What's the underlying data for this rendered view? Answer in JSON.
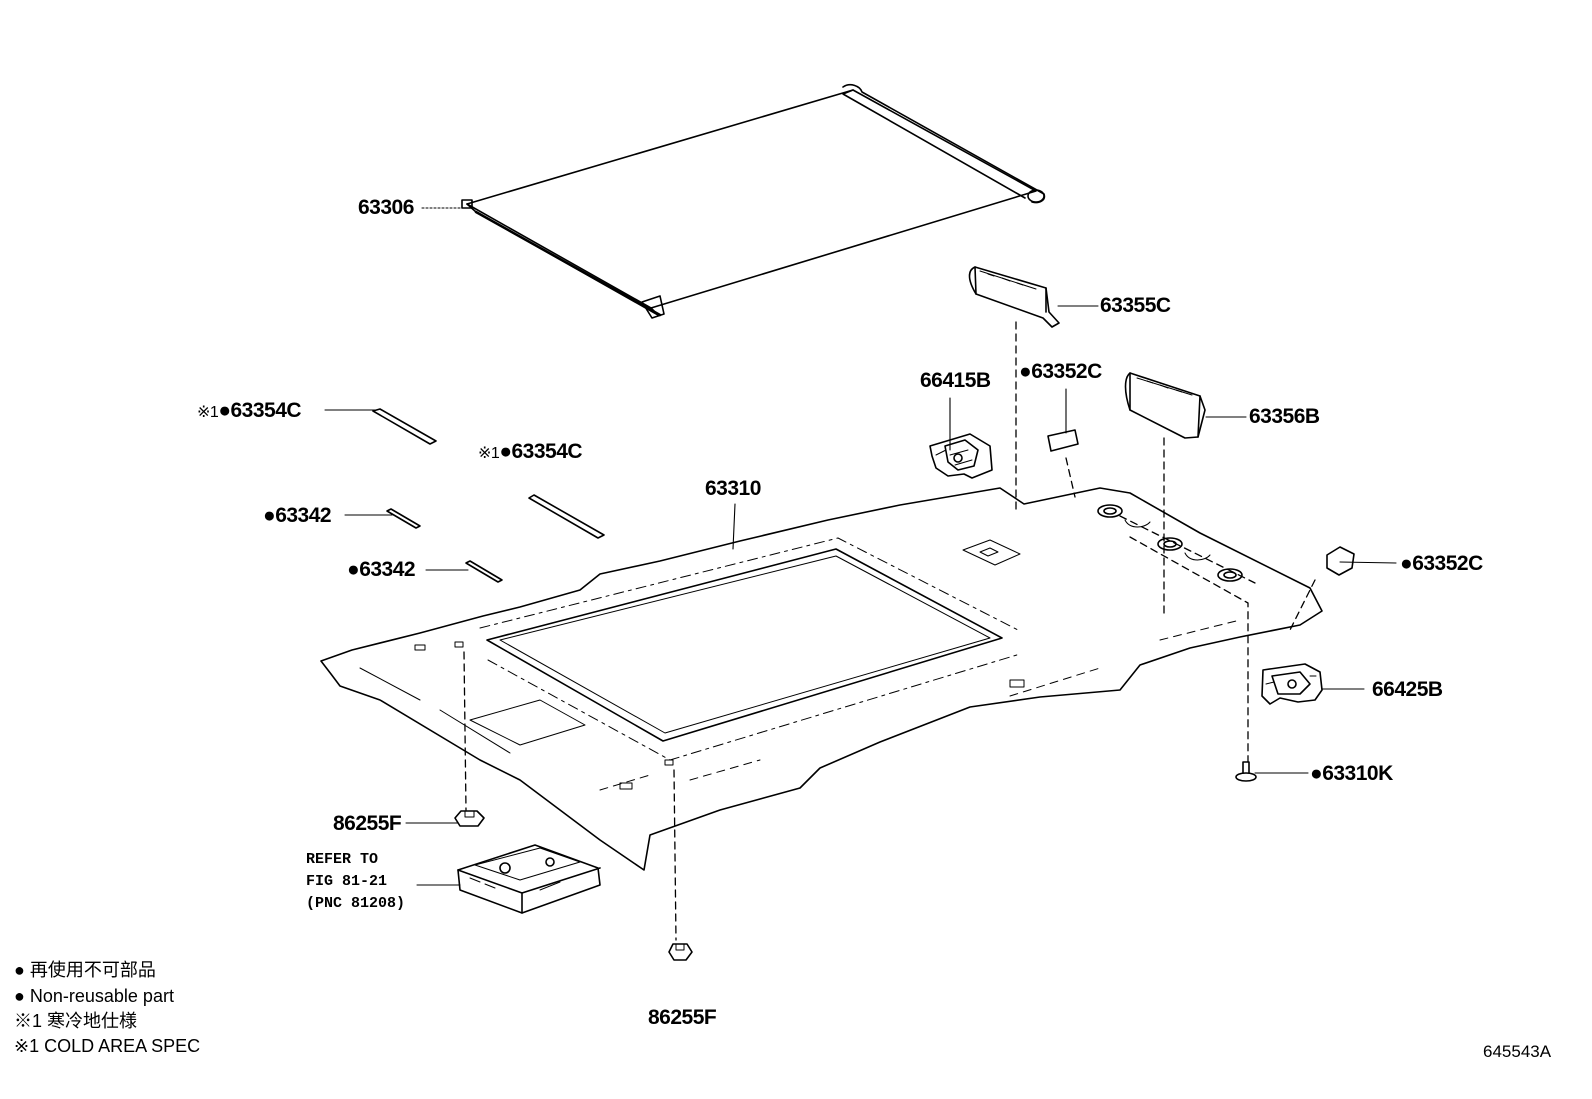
{
  "diagram_id": "645543A",
  "bullet_symbol": "●",
  "note_symbol": "※1",
  "labels": {
    "p63306": "63306",
    "p63355C": "63355C",
    "p66415B": "66415B",
    "p63352C_top": "63352C",
    "p63356B": "63356B",
    "p63354C_a": "63354C",
    "p63354C_b": "63354C",
    "p63342_a": "63342",
    "p63342_b": "63342",
    "p63310": "63310",
    "p63352C_right": "63352C",
    "p66425B": "66425B",
    "p63310K": "63310K",
    "p86255F_a": "86255F",
    "p86255F_b": "86255F"
  },
  "refer": {
    "line1": "REFER TO",
    "line2": "FIG 81-21",
    "line3": "(PNC 81208)"
  },
  "legend": {
    "line1": "● 再使用不可部品",
    "line2": "● Non-reusable part",
    "line3": "※1 寒冷地仕様",
    "line4": "※1 COLD AREA SPEC"
  }
}
